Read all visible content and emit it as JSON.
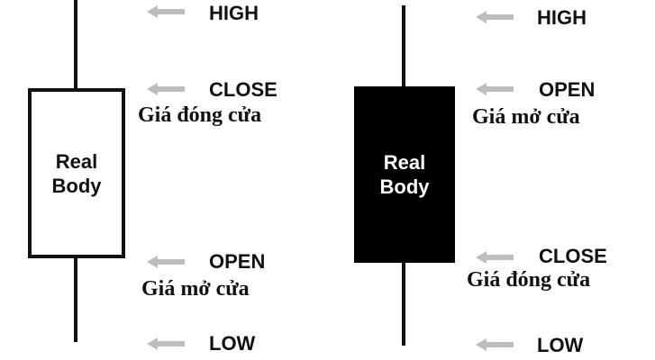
{
  "colors": {
    "bullish_body_fill": "#ffffff",
    "bearish_body_fill": "#000000",
    "outline": "#111111",
    "arrow": "#bdbdbd",
    "text": "#111111"
  },
  "bullish_candle": {
    "body_label": "Real\nBody",
    "high_label": "HIGH",
    "close_label": "CLOSE",
    "close_vn": "Giá đóng cửa",
    "open_label": "OPEN",
    "open_vn": "Giá mở cửa",
    "low_label": "LOW"
  },
  "bearish_candle": {
    "body_label": "Real\nBody",
    "high_label": "HIGH",
    "open_label": "OPEN",
    "open_vn": "Giá mở cửa",
    "close_label": "CLOSE",
    "close_vn": "Giá đóng cửa",
    "low_label": "LOW"
  },
  "icons": {
    "pointer": "left-arrow-icon"
  }
}
